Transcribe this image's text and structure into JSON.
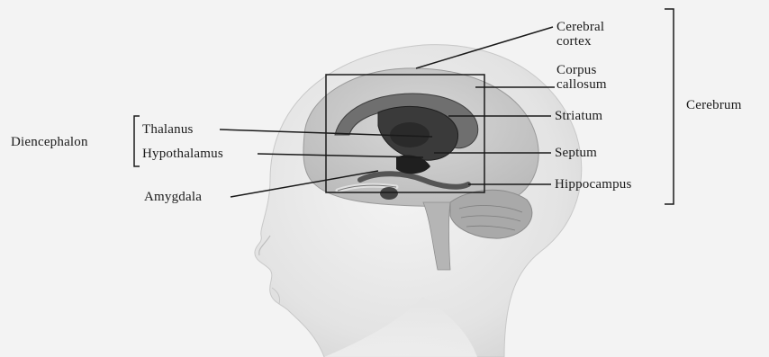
{
  "labels": {
    "cerebral_cortex": [
      "Cerebral",
      "cortex"
    ],
    "corpus_callosum": [
      "Corpus",
      "callosum"
    ],
    "striatum": "Striatum",
    "septum": "Septum",
    "hippocampus": "Hippocampus",
    "cerebrum": "Cerebrum",
    "thalamus": "Thalanus",
    "hypothalamus": "Hypothalamus",
    "diencephalon": "Diencephalon",
    "amygdala": "Amygdala"
  }
}
